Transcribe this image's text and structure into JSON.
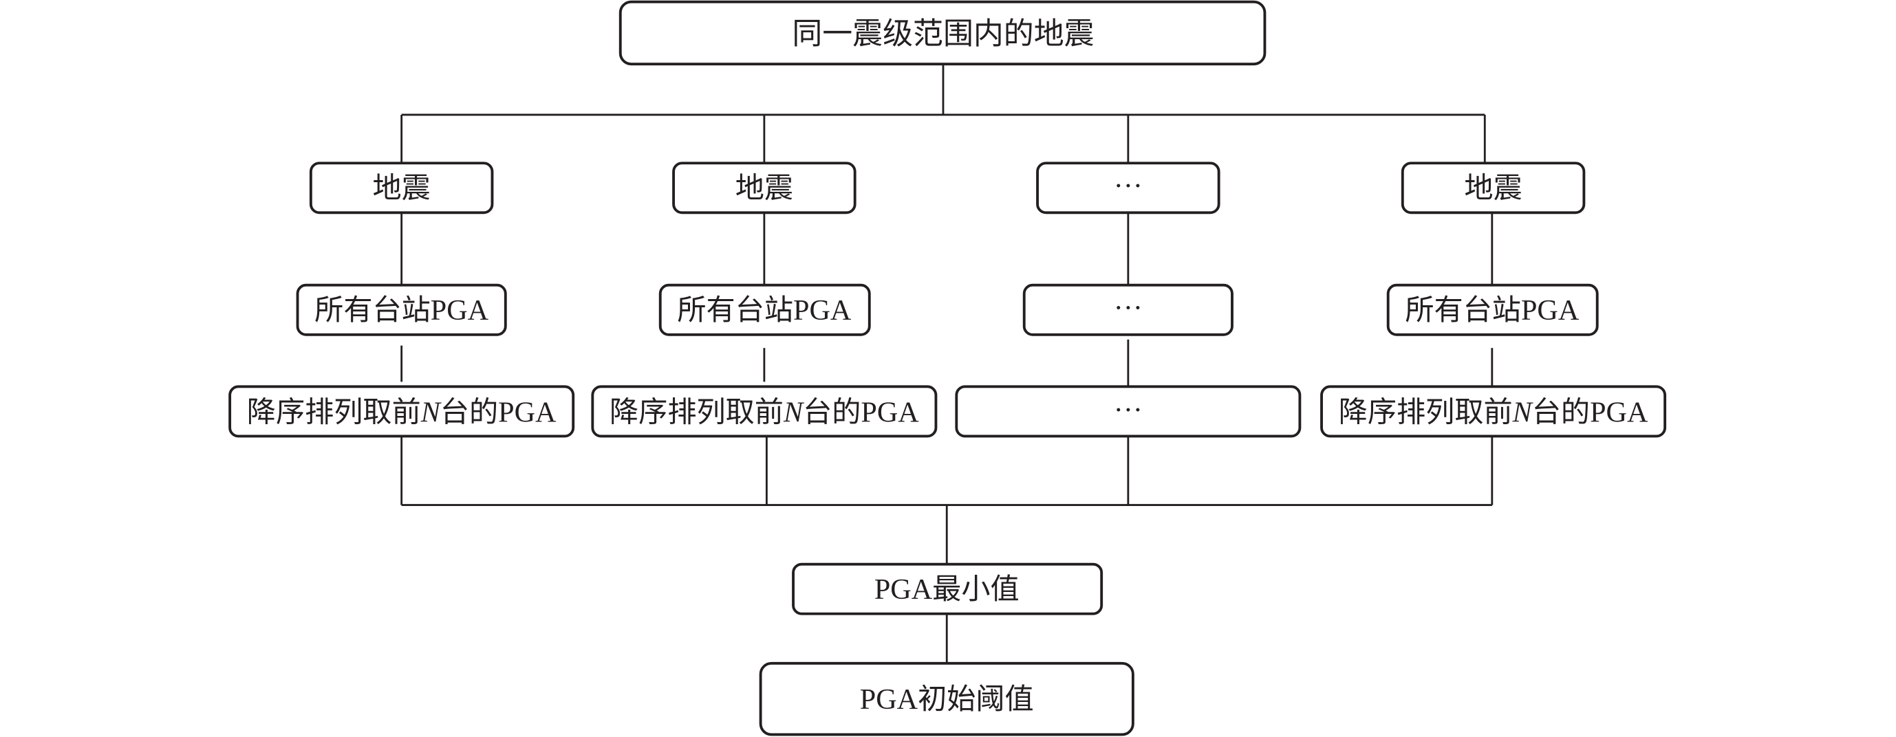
{
  "diagram": {
    "title_node": "同一震级范围内的地震",
    "columns": [
      {
        "level1": "地震",
        "level2": "所有台站PGA",
        "level3_pre": "降序排列取前",
        "level3_var": "N",
        "level3_post": "台的PGA"
      },
      {
        "level1": "地震",
        "level2": "所有台站PGA",
        "level3_pre": "降序排列取前",
        "level3_var": "N",
        "level3_post": "台的PGA"
      },
      {
        "level1": "···",
        "level2": "···",
        "level3_pre": "···",
        "level3_var": "",
        "level3_post": ""
      },
      {
        "level1": "地震",
        "level2": "所有台站PGA",
        "level3_pre": "降序排列取前",
        "level3_var": "N",
        "level3_post": "台的PGA"
      }
    ],
    "min_node": "PGA最小值",
    "result_node": "PGA初始阈值",
    "colors": {
      "stroke": "#231f20",
      "background": "#ffffff"
    }
  }
}
